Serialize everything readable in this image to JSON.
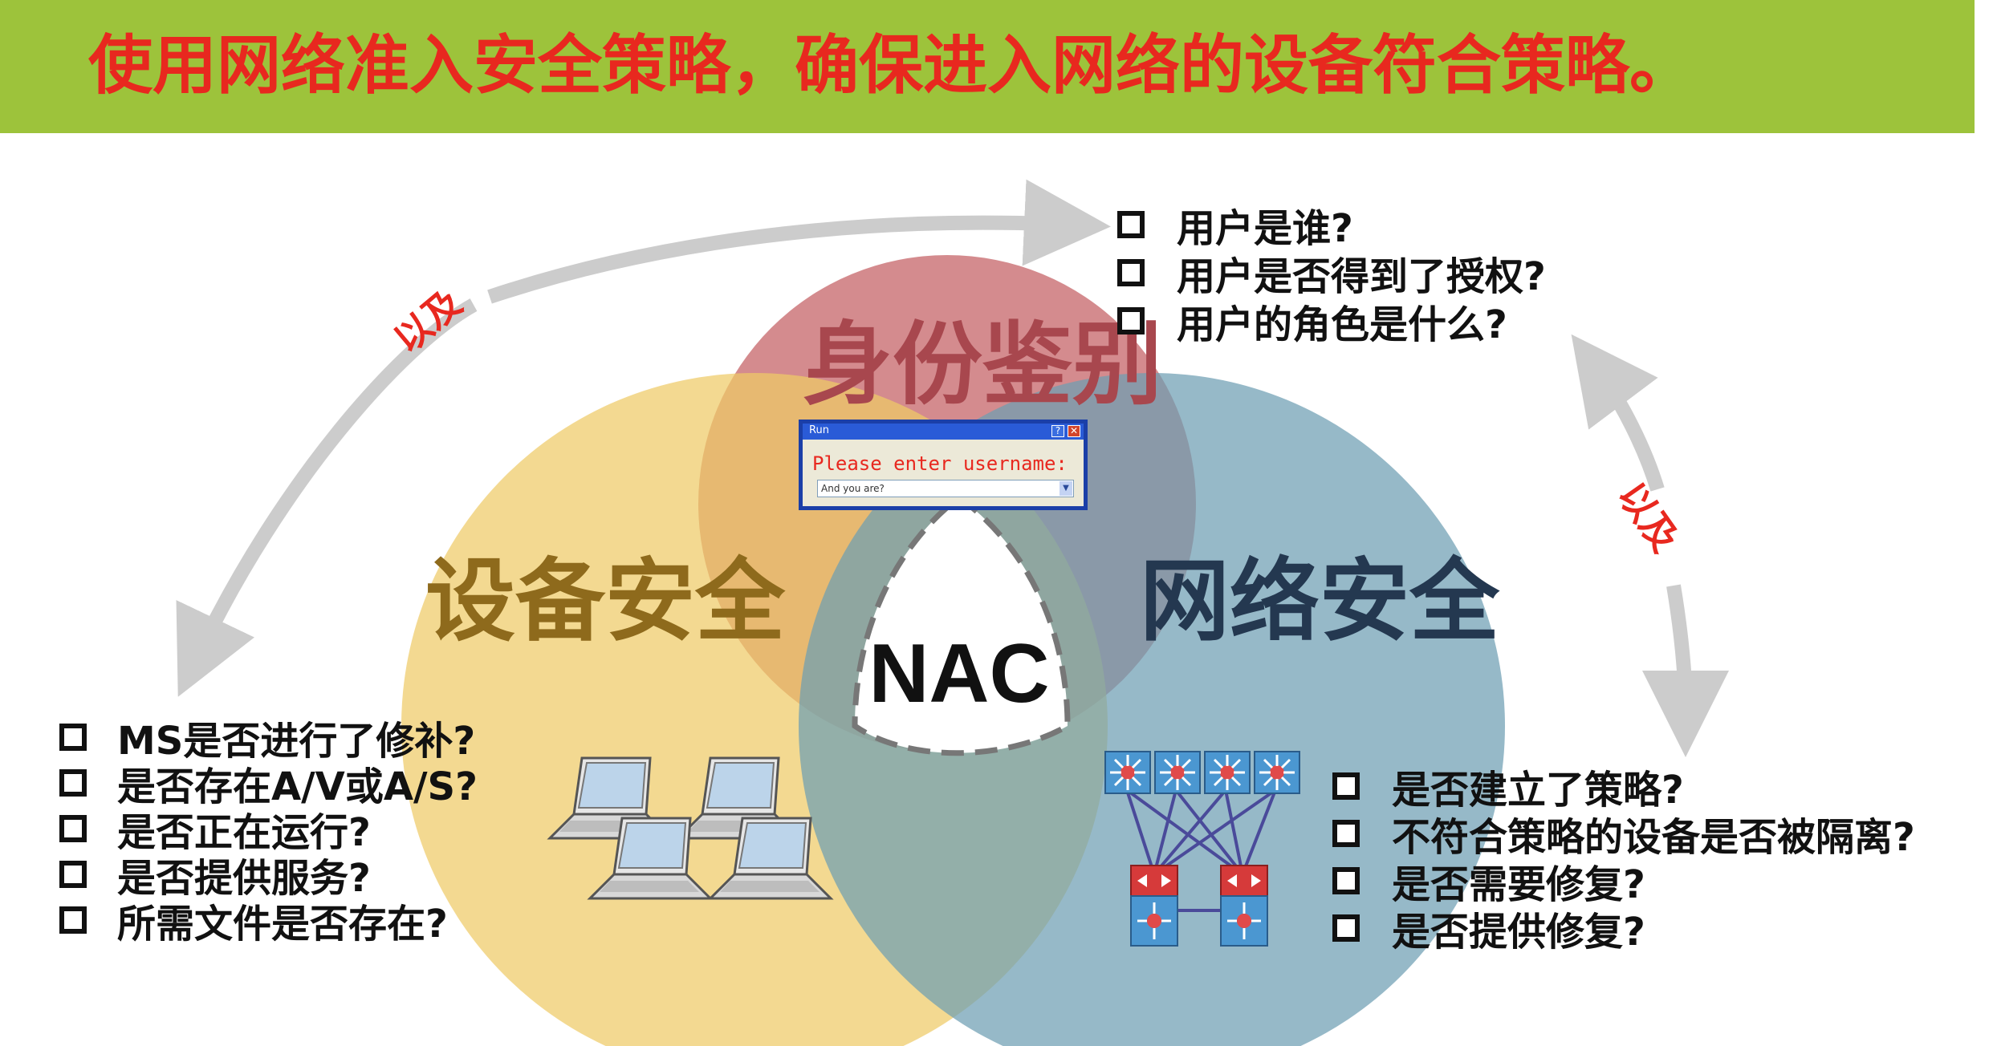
{
  "header": {
    "title": "使用网络准入安全策略，确保进入网络的设备符合策略。"
  },
  "circles": {
    "identity": {
      "label": "身份鉴别",
      "color": "#c86a6e"
    },
    "device": {
      "label": "设备安全",
      "color": "#eecb66"
    },
    "network": {
      "label": "网络安全",
      "color": "#6d9eb3"
    }
  },
  "center": {
    "label": "NAC"
  },
  "also": {
    "left": "以及",
    "right": "以及"
  },
  "run_dialog": {
    "title": "Run",
    "help_glyph": "?",
    "close_glyph": "✕",
    "prompt": "Please enter username:",
    "input_value": "And you are?"
  },
  "identity_questions": [
    "用户是谁?",
    "用户是否得到了授权?",
    "用户的角色是什么?"
  ],
  "device_questions": [
    "MS是否进行了修补?",
    "是否存在A/V或A/S?",
    "是否正在运行?",
    "是否提供服务?",
    "所需文件是否存在?"
  ],
  "network_questions": [
    "是否建立了策略?",
    "不符合策略的设备是否被隔离?",
    "是否需要修复?",
    "是否提供修复?"
  ],
  "icons": {
    "laptops": "laptop-icon",
    "switches": "multilayer-switch-icon",
    "routers": "router-icon"
  },
  "colors": {
    "header_bg": "#9dc33b",
    "title": "#e8281f",
    "arrow": "#cccccc"
  }
}
